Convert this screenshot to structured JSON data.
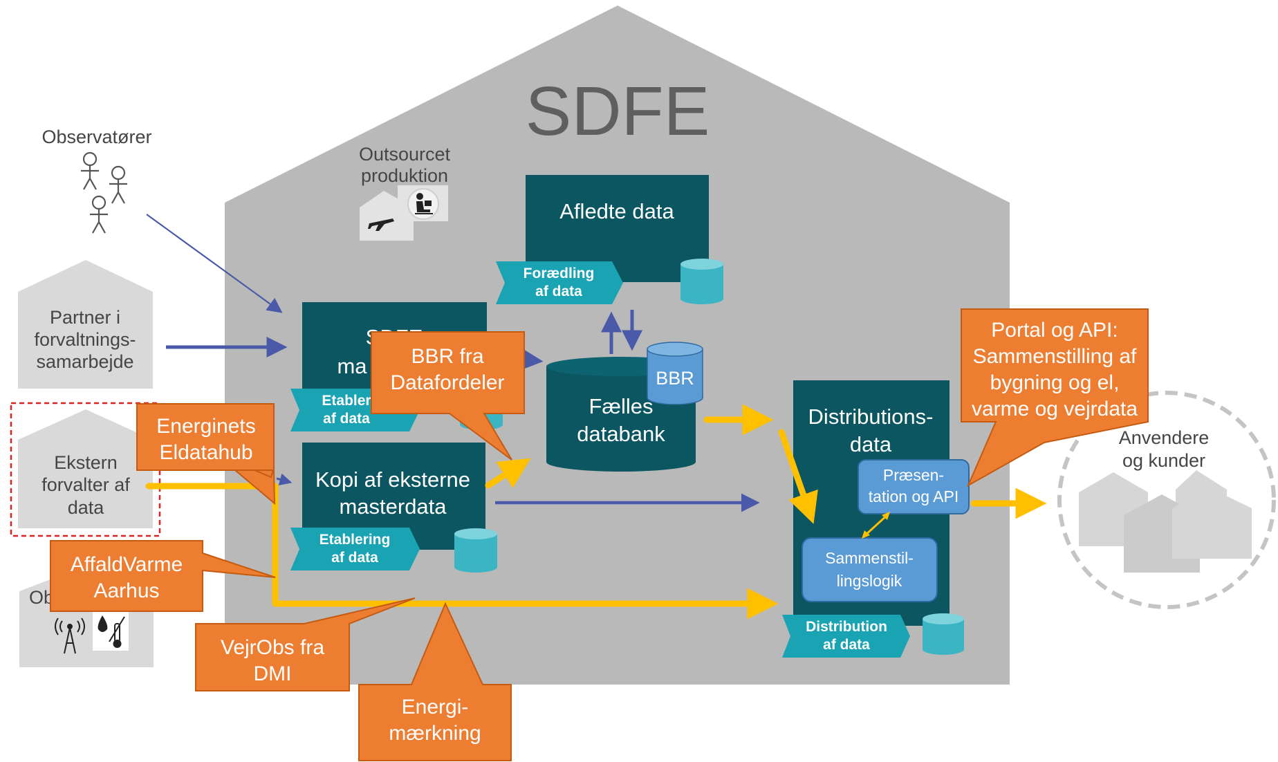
{
  "colors": {
    "house": "#b9b9b9",
    "small_house": "#d9d9d9",
    "teal_dark": "#0b5660",
    "teal_banner": "#1aa3b3",
    "cylinder": "#3bb5c4",
    "callout": "#ed7d31",
    "blue_box": "#5b9bd5",
    "arrow_blue": "#4a5aa8",
    "arrow_yellow": "#ffc000",
    "dashed_red": "#e02020"
  },
  "house_title": "SDFE",
  "outsourced": {
    "line1": "Outsourcet",
    "line2": "produktion",
    "icons": [
      "airplane-icon",
      "person-at-desk-icon"
    ]
  },
  "observers": {
    "label": "Observatører",
    "icon": "stick-figures-icon"
  },
  "left_sources": {
    "partner": {
      "line1": "Partner i",
      "line2": "forvaltnings-",
      "line3": "samarbejde"
    },
    "external": {
      "line1": "Ekstern",
      "line2": "forvalter af",
      "line3": "data"
    },
    "observations_fragment": "Ob",
    "observation_icons": [
      "antenna-tower-icon",
      "water-drop-thermometer-icon"
    ]
  },
  "blocks": {
    "afledte": {
      "title": "Afledte data",
      "banner_l1": "Forædling",
      "banner_l2": "af data"
    },
    "sdfe_master": {
      "line1": "SDFE",
      "line2": "ma",
      "banner_l1": "Etabler",
      "banner_l2": "af data"
    },
    "kopi": {
      "line1": "Kopi af eksterne",
      "line2": "masterdata",
      "banner_l1": "Etablering",
      "banner_l2": "af data"
    },
    "databank": {
      "line1": "Fælles",
      "line2": "databank",
      "badge": "BBR"
    },
    "distribution": {
      "line1": "Distributions-",
      "line2": "data",
      "banner_l1": "Distribution",
      "banner_l2": "af data"
    }
  },
  "blue_boxes": {
    "praesentation": {
      "line1": "Præsen-",
      "line2": "tation og API"
    },
    "sammenstilling": {
      "line1": "Sammenstil-",
      "line2": "lingslogik"
    }
  },
  "callouts": {
    "bbr": {
      "line1": "BBR fra",
      "line2": "Datafordeler"
    },
    "energinet": {
      "line1": "Energinets",
      "line2": "Eldatahub"
    },
    "affald": {
      "line1": "AffaldVarme",
      "line2": "Aarhus"
    },
    "vejrobs": {
      "line1": "VejrObs fra",
      "line2": "DMI"
    },
    "energimaerkning": {
      "line1": "Energi-",
      "line2": "mærkning"
    },
    "portal": {
      "line1": "Portal og API:",
      "line2": "Sammenstilling af",
      "line3": "bygning og el,",
      "line4": "varme og vejrdata"
    }
  },
  "users": {
    "line1": "Anvendere",
    "line2": "og kunder"
  }
}
